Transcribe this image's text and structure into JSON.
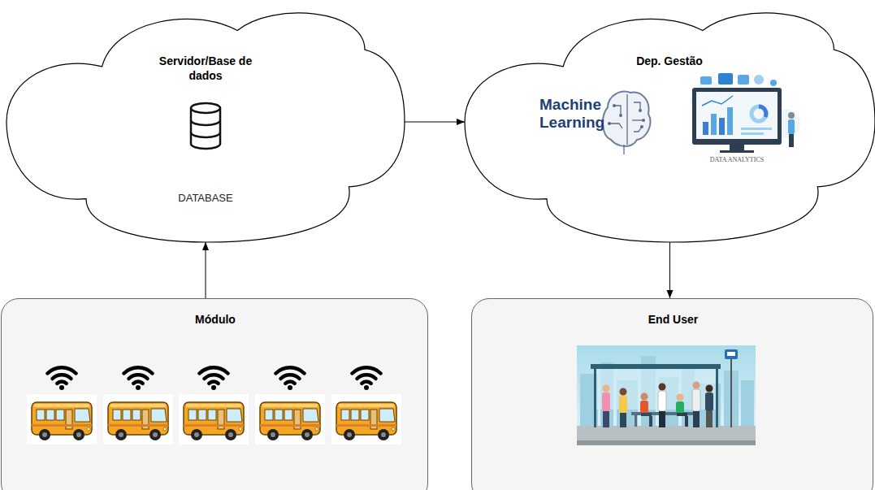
{
  "diagram": {
    "nodes": [
      {
        "text": [
          "Servidor/Base de dados",
          "DATABASE"
        ]
      },
      {
        "text": [
          "Dep. Gestão",
          "Machine Learning",
          "DATA ANALYTICS"
        ]
      },
      {
        "text": [
          "Módulo"
        ]
      },
      {
        "text": [
          "End User"
        ]
      }
    ],
    "edges": [
      {
        "from": 2,
        "to": 0,
        "arrow": "to"
      },
      {
        "from": 0,
        "to": 1,
        "arrow": "to"
      },
      {
        "from": 1,
        "to": 3,
        "arrow": "to"
      }
    ]
  }
}
